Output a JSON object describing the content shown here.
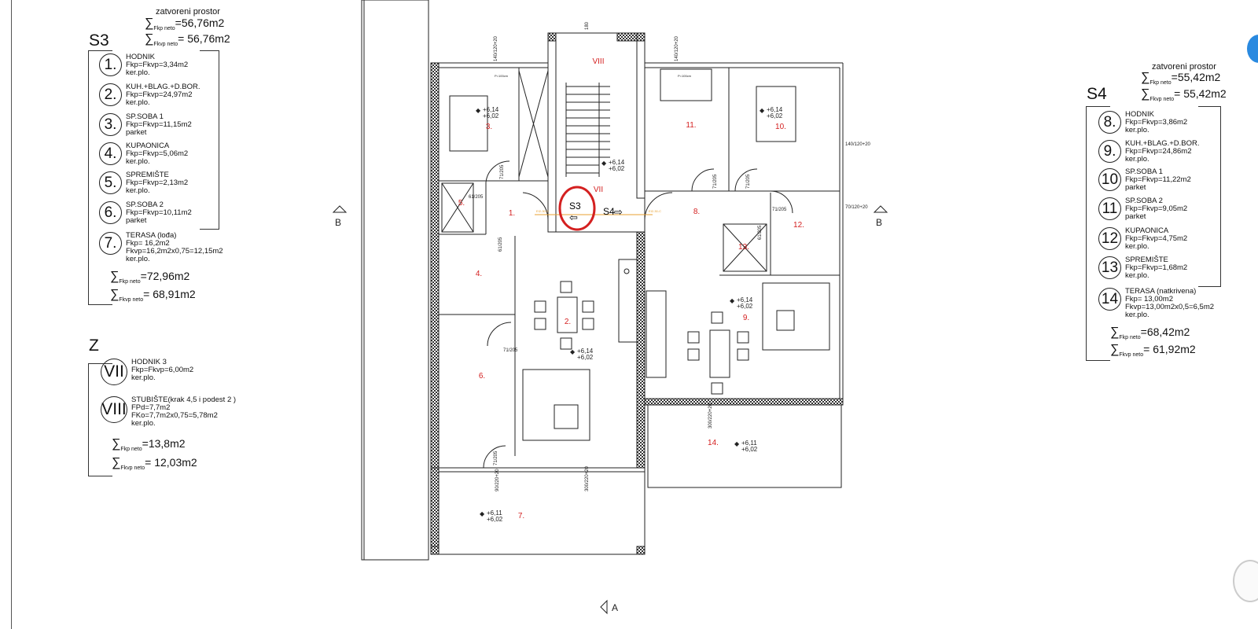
{
  "legend": {
    "S3": {
      "label": "S3",
      "header": "zatvoreni prostor",
      "closed_kp": "=56,76m2",
      "closed_kvp": "= 56,76m2",
      "rooms": [
        {
          "num": "1.",
          "name": "HODNIK",
          "area": "Fkp=Fkvp=3,34m2",
          "floor": "ker.plo."
        },
        {
          "num": "2.",
          "name": "KUH.+BLAG.+D.BOR.",
          "area": "Fkp=Fkvp=24,97m2",
          "floor": "ker.plo."
        },
        {
          "num": "3.",
          "name": "SP.SOBA 1",
          "area": "Fkp=Fkvp=11,15m2",
          "floor": "parket"
        },
        {
          "num": "4.",
          "name": "KUPAONICA",
          "area": "Fkp=Fkvp=5,06m2",
          "floor": "ker.plo."
        },
        {
          "num": "5.",
          "name": "SPREMIŠTE",
          "area": "Fkp=Fkvp=2,13m2",
          "floor": "ker.plo."
        },
        {
          "num": "6.",
          "name": "SP.SOBA 2",
          "area": "Fkp=Fkvp=10,11m2",
          "floor": "parket"
        },
        {
          "num": "7.",
          "name": "TERASA  (lođa)",
          "area": "Fkp= 16,2m2",
          "area2": "Fkvp=16,2m2x0,75=12,15m2",
          "floor": "ker.plo."
        }
      ],
      "total_kp": "=72,96m2",
      "total_kvp": "= 68,91m2"
    },
    "Z": {
      "label": "Z",
      "rooms": [
        {
          "num": "VII",
          "name": "HODNIK 3",
          "area": "Fkp=Fkvp=6,00m2",
          "floor": "ker.plo."
        },
        {
          "num": "VIII",
          "name": "STUBIŠTE(krak 4,5 i podest 2 )",
          "area": "FPd=7,7m2",
          "area2": "FKo=7,7m2x0,75=5,78m2",
          "floor": "ker.plo."
        }
      ],
      "total_kp": "=13,8m2",
      "total_kvp": "= 12,03m2"
    },
    "S4": {
      "label": "S4",
      "header": "zatvoreni prostor",
      "closed_kp": "=55,42m2",
      "closed_kvp": "= 55,42m2",
      "rooms": [
        {
          "num": "8.",
          "name": "HODNIK",
          "area": "Fkp=Fkvp=3,86m2",
          "floor": "ker.plo."
        },
        {
          "num": "9.",
          "name": "KUH.+BLAG.+D.BOR.",
          "area": "Fkp=Fkvp=24,86m2",
          "floor": "ker.plo."
        },
        {
          "num": "10",
          "name": "SP.SOBA 1",
          "area": "Fkp=Fkvp=11,22m2",
          "floor": "parket"
        },
        {
          "num": "11",
          "name": "SP.SOBA 2",
          "area": "Fkp=Fkvp=9,05m2",
          "floor": "parket"
        },
        {
          "num": "12",
          "name": "KUPAONICA",
          "area": "Fkp=Fkvp=4,75m2",
          "floor": "ker.plo."
        },
        {
          "num": "13",
          "name": "SPREMIŠTE",
          "area": "Fkp=Fkvp=1,68m2",
          "floor": "ker.plo."
        },
        {
          "num": "14",
          "name": "TERASA  (natkrivena)",
          "area": "Fkp= 13,00m2",
          "area2": "Fkvp=13,00m2x0,5=6,5m2",
          "floor": "ker.plo."
        }
      ],
      "total_kp": "=68,42m2",
      "total_kvp": "= 61,92m2"
    }
  },
  "sum_symbol": "∑",
  "sum_kp_sub": "Fkp neto",
  "sum_kvp_sub": "Fkvp neto",
  "plan": {
    "room_tags": [
      "1.",
      "2.",
      "3.",
      "4.",
      "5.",
      "6.",
      "7.",
      "8.",
      "9.",
      "10.",
      "11.",
      "12.",
      "13.",
      "14.",
      "VII",
      "VIII"
    ],
    "level_upper": "+6,14",
    "level_terrace": "+6,11",
    "level_lower": "+6,02",
    "entry_S3": "S3",
    "entry_S4": "S4",
    "arrow_left": "⇦",
    "arrow_right": "⇨",
    "section_B": "B",
    "section_A": "A",
    "door_dims": [
      "71/205",
      "71/205",
      "61/205",
      "61/205",
      "71/205",
      "71/205",
      "71/205",
      "71/205",
      "61/205"
    ],
    "window_dims": [
      "140/120+20",
      "140/120+20",
      "140/120+20",
      "70/120+20",
      "90/220+20",
      "300/220+20",
      "300/220+20",
      "180"
    ],
    "parapet": "P=100cm",
    "fire_door": "EI2-30-C",
    "marker_color": "#d42020",
    "accent_color": "#e8a030"
  }
}
